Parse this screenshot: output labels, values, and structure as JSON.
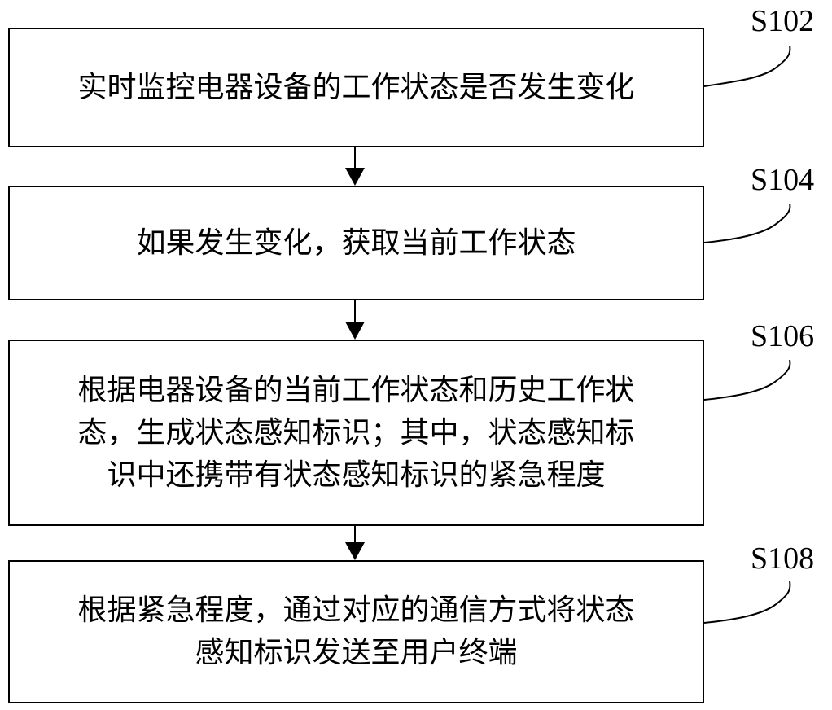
{
  "steps": [
    {
      "id": "S102",
      "text": "实时监控电器设备的工作状态是否发生变化"
    },
    {
      "id": "S104",
      "text": "如果发生变化，获取当前工作状态"
    },
    {
      "id": "S106",
      "text": "根据电器设备的当前工作状态和历史工作状\n态，生成状态感知标识；其中，状态感知标\n识中还携带有状态感知标识的紧急程度"
    },
    {
      "id": "S108",
      "text": "根据紧急程度，通过对应的通信方式将状态\n感知标识发送至用户终端"
    }
  ]
}
